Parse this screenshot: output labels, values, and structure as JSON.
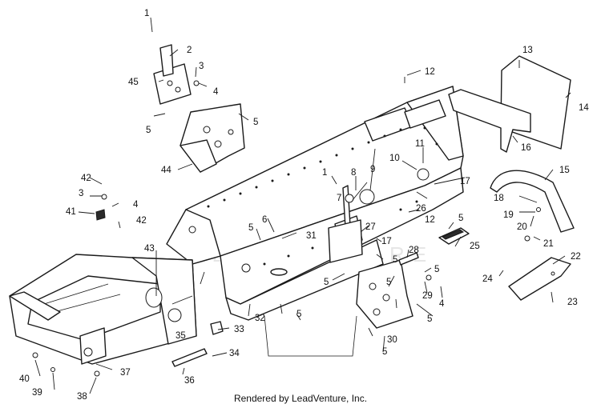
{
  "callouts": [
    "1",
    "2",
    "3",
    "4",
    "45",
    "5",
    "5",
    "44",
    "12",
    "13",
    "14",
    "16",
    "11",
    "10",
    "9",
    "8",
    "1",
    "17",
    "15",
    "42",
    "3",
    "4",
    "41",
    "42",
    "7",
    "26",
    "12",
    "5",
    "18",
    "19",
    "20",
    "21",
    "6",
    "31",
    "5",
    "27",
    "25",
    "17",
    "5",
    "28",
    "5",
    "22",
    "43",
    "5",
    "5",
    "29",
    "4",
    "24",
    "23",
    "32",
    "5",
    "30",
    "5",
    "33",
    "35",
    "34",
    "36",
    "37",
    "40",
    "39",
    "38",
    "5"
  ],
  "watermark": "LEADVENTURE",
  "credit": "Rendered by LeadVenture, Inc."
}
